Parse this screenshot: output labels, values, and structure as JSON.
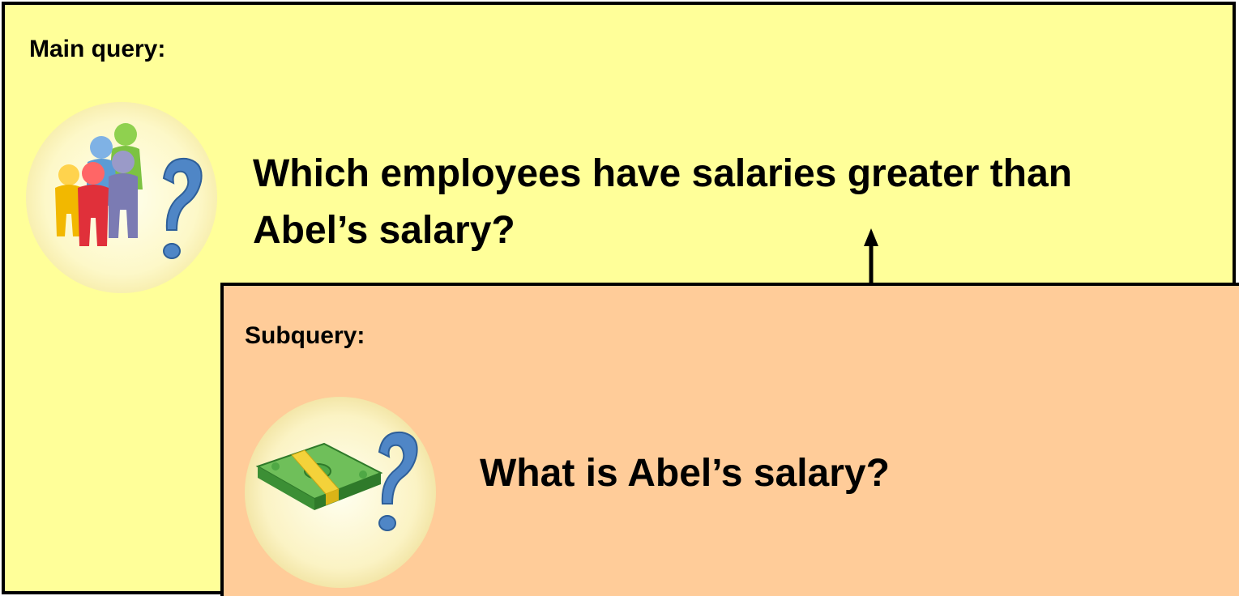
{
  "main_query": {
    "label": "Main query:",
    "question": "Which employees have salaries greater than Abel’s salary?",
    "icon": "people-question-icon",
    "background_color": "#ffff99"
  },
  "subquery": {
    "label": "Subquery:",
    "question": "What is Abel’s salary?",
    "icon": "money-question-icon",
    "background_color": "#ffcc99"
  },
  "connector": {
    "icon": "arrow-up-icon"
  }
}
